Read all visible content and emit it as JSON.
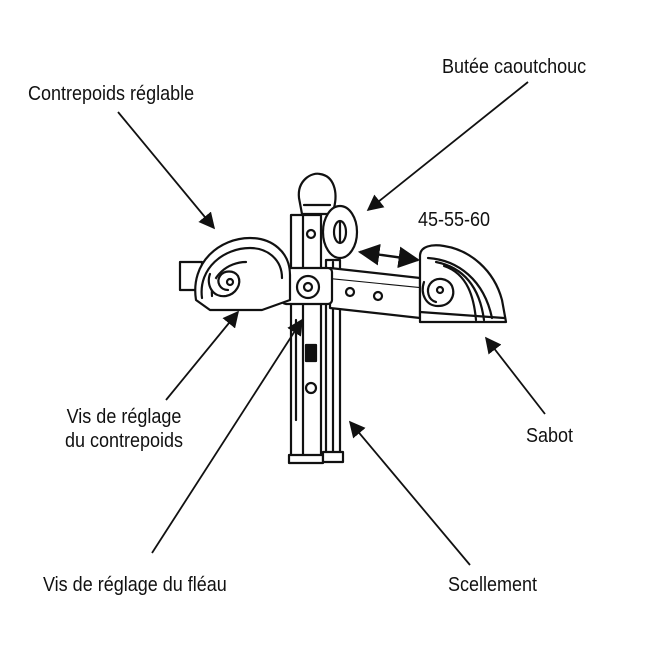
{
  "labels": {
    "contrepoids_reglable": "Contrepoids réglable",
    "butee_caoutchouc": "Butée caoutchouc",
    "angles": "45-55-60",
    "vis_reglage_contrepoids_line1": "Vis de réglage",
    "vis_reglage_contrepoids_line2": "du contrepoids",
    "sabot": "Sabot",
    "vis_reglage_fleau": "Vis de réglage du fléau",
    "scellement": "Scellement"
  },
  "colors": {
    "ink": "#111111",
    "background": "#ffffff"
  }
}
